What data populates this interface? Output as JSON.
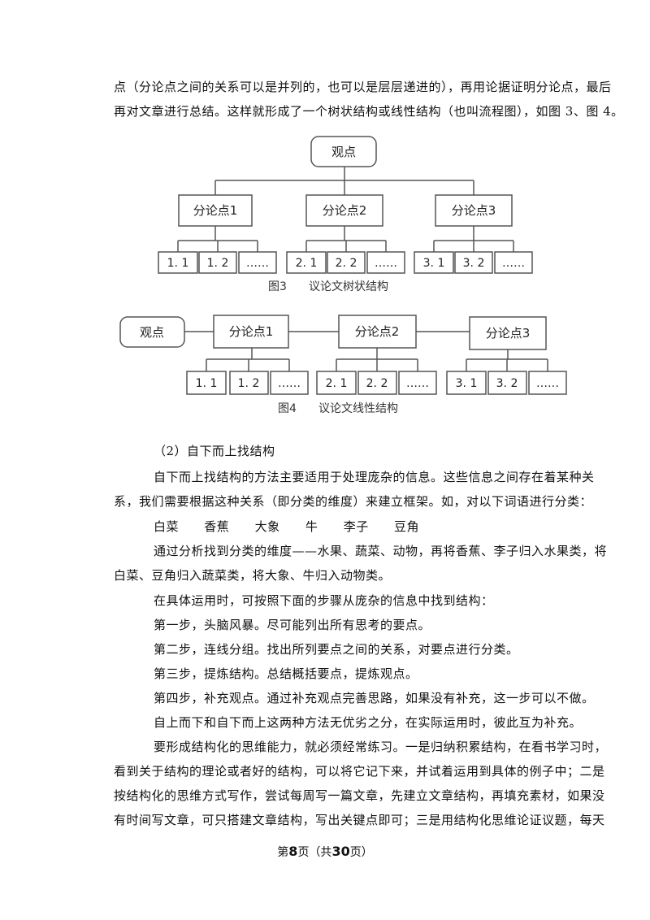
{
  "intro": {
    "line1": "点（分论点之间的关系可以是并列的，也可以是层层递进的），再用论据证明分论点，最后",
    "line2": "再对文章进行总结。这样就形成了一个树状结构或线性结构（也叫流程图），如图 3、图 4。"
  },
  "fig3": {
    "root": "观点",
    "branches": [
      "分论点1",
      "分论点2",
      "分论点3"
    ],
    "leaves": [
      [
        "1. 1",
        "1. 2",
        "……"
      ],
      [
        "2. 1",
        "2. 2",
        "……"
      ],
      [
        "3. 1",
        "3. 2",
        "……"
      ]
    ],
    "caption_num": "图3",
    "caption_text": "议论文树状结构"
  },
  "fig4": {
    "root": "观点",
    "branches": [
      "分论点1",
      "分论点2",
      "分论点3"
    ],
    "leaves": [
      [
        "1. 1",
        "1. 2",
        "……"
      ],
      [
        "2. 1",
        "2. 2",
        "……"
      ],
      [
        "3. 1",
        "3. 2",
        "……"
      ]
    ],
    "caption_num": "图4",
    "caption_text": "议论文线性结构"
  },
  "section": {
    "heading": "（2）自下而上找结构",
    "para1_l1": "自下而上找结构的方法主要适用于处理庞杂的信息。这些信息之间存在着某种关",
    "para1_l2": "系，我们需要根据这种关系（即分类的维度）来建立框架。如，对以下词语进行分类：",
    "words": [
      "白菜",
      "香蕉",
      "大象",
      "牛",
      "李子",
      "豆角"
    ],
    "para2_l1": "通过分析找到分类的维度——水果、蔬菜、动物，再将香蕉、李子归入水果类，将",
    "para2_l2": "白菜、豆角归入蔬菜类，将大象、牛归入动物类。",
    "para3": "在具体运用时，可按照下面的步骤从庞杂的信息中找到结构：",
    "step1": "第一步，头脑风暴。尽可能列出所有思考的要点。",
    "step2": "第二步，连线分组。找出所列要点之间的关系，对要点进行分类。",
    "step3": "第三步，提炼结构。总结概括要点，提炼观点。",
    "step4": "第四步，补充观点。通过补充观点完善思路，如果没有补充，这一步可以不做。",
    "para4": "自上而下和自下而上这两种方法无优劣之分，在实际运用时，彼此互为补充。",
    "para5_l1": "要形成结构化的思维能力，就必须经常练习。一是归纳积累结构，在看书学习时，",
    "para5_l2": "看到关于结构的理论或者好的结构，可以将它记下来，并试着运用到具体的例子中；二是",
    "para5_l3": "按结构化的思维方式写作，尝试每周写一篇文章，先建立文章结构，再填充素材，如果没",
    "para5_l4": "有时间写文章，可只搭建文章结构，写出关键点即可；三是用结构化思维论证议题，每天"
  },
  "footer": {
    "prefix": "第",
    "page": "8",
    "middle": "页（共",
    "total": "30",
    "suffix": "页）"
  }
}
